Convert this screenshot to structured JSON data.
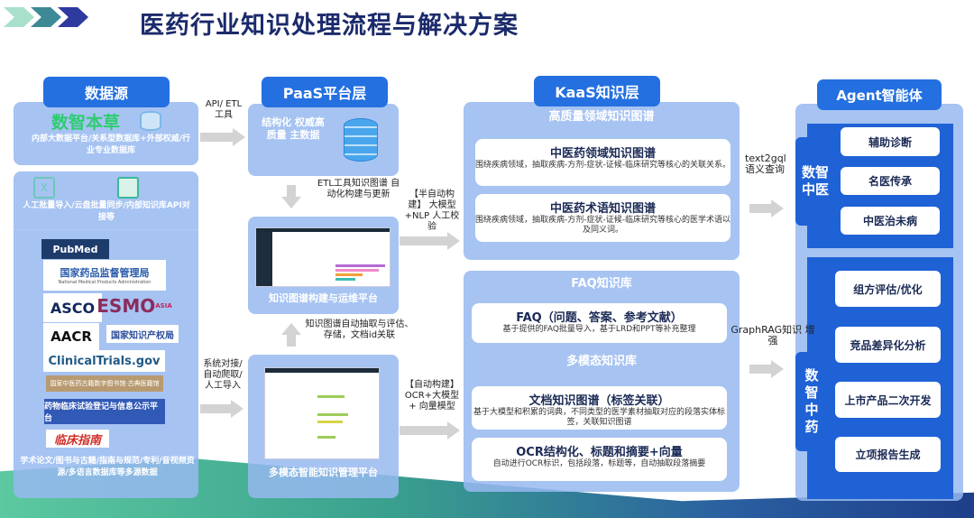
{
  "title": "医药行业知识处理流程与解决方案",
  "colors": {
    "chevrons": [
      "#a8e0cc",
      "#3d8a96",
      "#2e3a9e"
    ],
    "header": "#2470e0",
    "agent_dark": "#1f62d6",
    "brand_green": "#2ecc71"
  },
  "col1": {
    "header": "数据源",
    "brand": "数智本草",
    "box1_text": "内部大数据平台/关系型数据库+外部权威/行业专业数据库",
    "box2_text": "人工批量导入/云盘批量同步/内部知识库API对接等",
    "logos": [
      "PubMed",
      "国家药品监督管理局",
      "National Medical Products Administration",
      "ASCO",
      "ESMO",
      "ASIA",
      "AACR",
      "国家知识产权局",
      "ClinicalTrials.gov",
      "国家中医药古籍数字图书馆·古典医籍馆",
      "药物临床试验登记与信息公示平台",
      "临床指南"
    ],
    "box3_text": "学术论文/图书与古籍/指南与规范/专利/音视频资源/多语言数据库等多源数据"
  },
  "arrows": {
    "api_etl": "API/ ETL工具",
    "system": "系统对接/ 自动爬取/ 人工导入",
    "etl_kg": "ETL工具知识图谱 自动化构建与更新",
    "kg_extract": "知识图谱自动抽取与评估、 存储，文档id关联",
    "semi_auto": "【半自动构建】 大模型+NLP 人工校验",
    "auto": "【自动构建】 OCR+大模型+ 向量模型",
    "text2gql": "text2gql 语义查询",
    "graphrag": "GraphRAG知识 增强"
  },
  "col2": {
    "header": "PaaS平台层",
    "master_data": "结构化 权威高质量 主数据",
    "kg_platform": "知识图谱构建与运维平台",
    "mm_platform": "多模态智能知识管理平台"
  },
  "col3": {
    "header": "KaaS知识层",
    "kg_title": "高质量领域知识图谱",
    "kg_cards": [
      {
        "title": "中医药领域知识图谱",
        "desc": "围绕疾病领域，抽取疾病-方剂-症状-证候-临床研究等核心的关联关系。"
      },
      {
        "title": "中医药术语知识图谱",
        "desc": "围绕疾病领域，抽取疾病-方剂-症状-证候-临床研究等核心的医学术语以及同义词。"
      }
    ],
    "faq_title": "FAQ知识库",
    "faq_card": {
      "title": "FAQ（问题、答案、参考文献）",
      "desc": "基于提供的FAQ批量导入，基于LRD和PPT等补充整理"
    },
    "mm_title": "多模态知识库",
    "mm_cards": [
      {
        "title": "文档知识图谱（标签关联）",
        "desc": "基于大模型和积累的词典，不同类型的医学素材抽取对应的段落实体标签，关联知识图谱"
      },
      {
        "title": "OCR结构化、标题和摘要+向量",
        "desc": "自动进行OCR标识，包括段落，标题等，自动抽取段落摘要"
      }
    ]
  },
  "col4": {
    "header": "Agent智能体",
    "group1": {
      "label": "数智中医",
      "items": [
        "辅助诊断",
        "名医传承",
        "中医治未病"
      ]
    },
    "group2": {
      "label": "数智中药",
      "items": [
        "组方评估/优化",
        "竞品差异化分析",
        "上市产品二次开发",
        "立项报告生成"
      ]
    }
  }
}
